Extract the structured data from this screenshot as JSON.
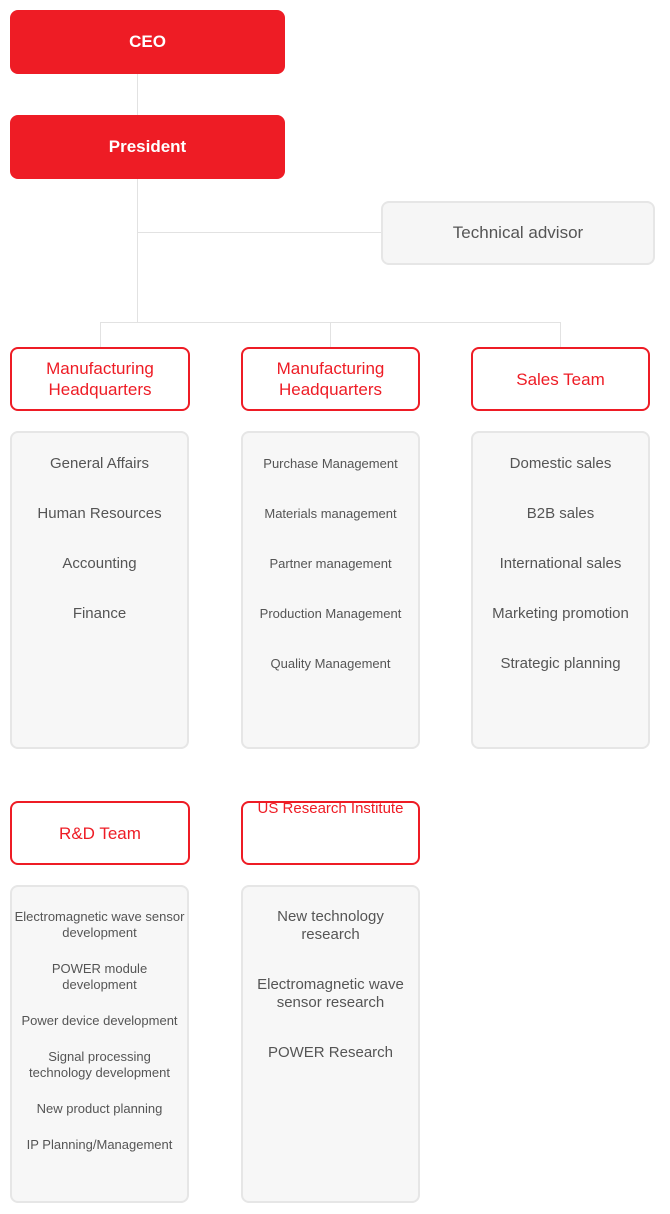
{
  "ceo": "CEO",
  "president": "President",
  "advisor": "Technical advisor",
  "departments": [
    {
      "title": "Manufacturing Headquarters",
      "items": [
        "General Affairs",
        "Human Resources",
        "Accounting",
        "Finance"
      ]
    },
    {
      "title": "Manufacturing Headquarters",
      "items": [
        "Purchase Management",
        "Materials management",
        "Partner management",
        "Production Management",
        "Quality Management"
      ]
    },
    {
      "title": "Sales Team",
      "items": [
        "Domestic sales",
        "B2B sales",
        "International sales",
        "Marketing promotion",
        "Strategic planning"
      ]
    },
    {
      "title": "R&D Team",
      "items": [
        "Electromagnetic wave sensor development",
        "POWER module development",
        "Power device development",
        "Signal processing technology development",
        "New product planning",
        "IP Planning/Management"
      ]
    },
    {
      "title": "US Research Institute",
      "items": [
        "New technology research",
        "Electromagnetic wave sensor research",
        "POWER Research"
      ]
    }
  ],
  "colors": {
    "accent": "#ee1c25",
    "line": "#e2e2e2",
    "box_bg": "#f7f7f7"
  }
}
